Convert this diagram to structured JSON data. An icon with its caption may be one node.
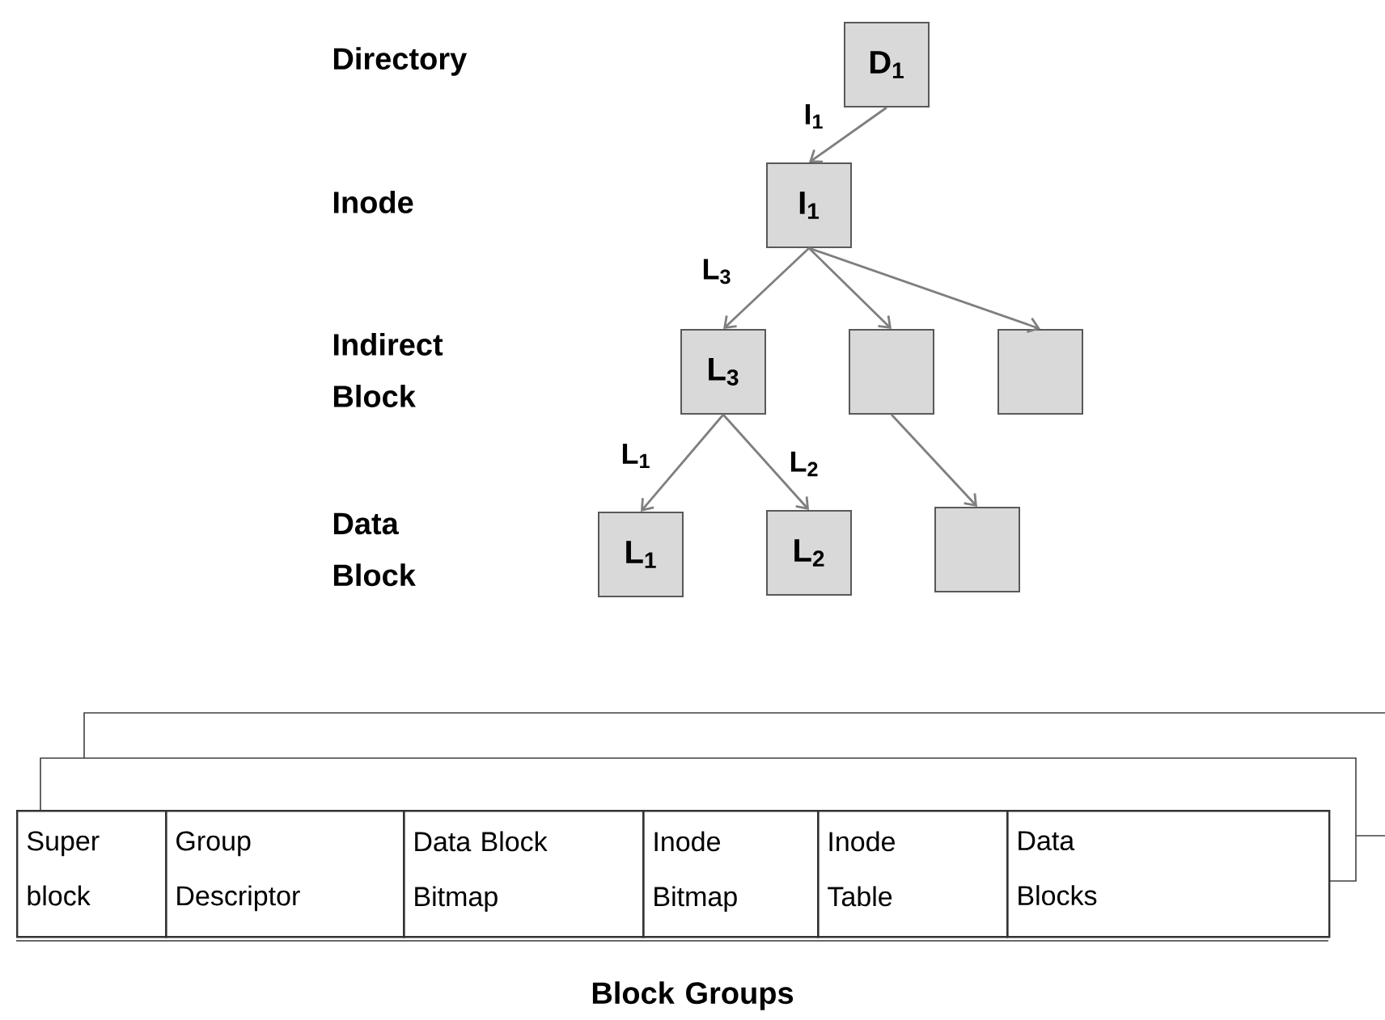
{
  "diagram": {
    "nodes": [
      {
        "text": [
          "D$_{1}$"
        ]
      },
      {
        "text": [
          "I$_{1}$"
        ]
      },
      {
        "text": [
          "L$_{3}$"
        ]
      },
      {
        "text": [],
        "shape": "box"
      },
      {
        "text": [],
        "shape": "box"
      },
      {
        "text": [
          "L$_{1}$"
        ]
      },
      {
        "text": [
          "L$_{2}$"
        ]
      },
      {
        "text": [],
        "shape": "box"
      },
      {
        "text": [
          "Super block"
        ]
      },
      {
        "text": [
          "Group Descriptor"
        ]
      },
      {
        "text": [
          "Data Block Bitmap"
        ]
      },
      {
        "text": [
          "Inode Bitmap"
        ]
      },
      {
        "text": [
          "Inode Table"
        ]
      },
      {
        "text": [
          "Data Blocks"
        ]
      }
    ],
    "edges": [
      {
        "from": 0,
        "to": 1,
        "arrow": "to",
        "label": "I$_{1}$"
      },
      {
        "from": 1,
        "to": 2,
        "arrow": "to",
        "label": "L$_{3}$"
      },
      {
        "from": 1,
        "to": 3,
        "arrow": "to"
      },
      {
        "from": 1,
        "to": 4,
        "arrow": "to"
      },
      {
        "from": 2,
        "to": 5,
        "arrow": "to",
        "label": "L$_{1}$"
      },
      {
        "from": 2,
        "to": 6,
        "arrow": "to",
        "label": "L$_{2}$"
      },
      {
        "from": 3,
        "to": 7,
        "arrow": "to"
      }
    ],
    "labels": [
      "Directory",
      "Inode",
      "Indirect Block",
      "Data Block",
      "Block Groups"
    ]
  }
}
